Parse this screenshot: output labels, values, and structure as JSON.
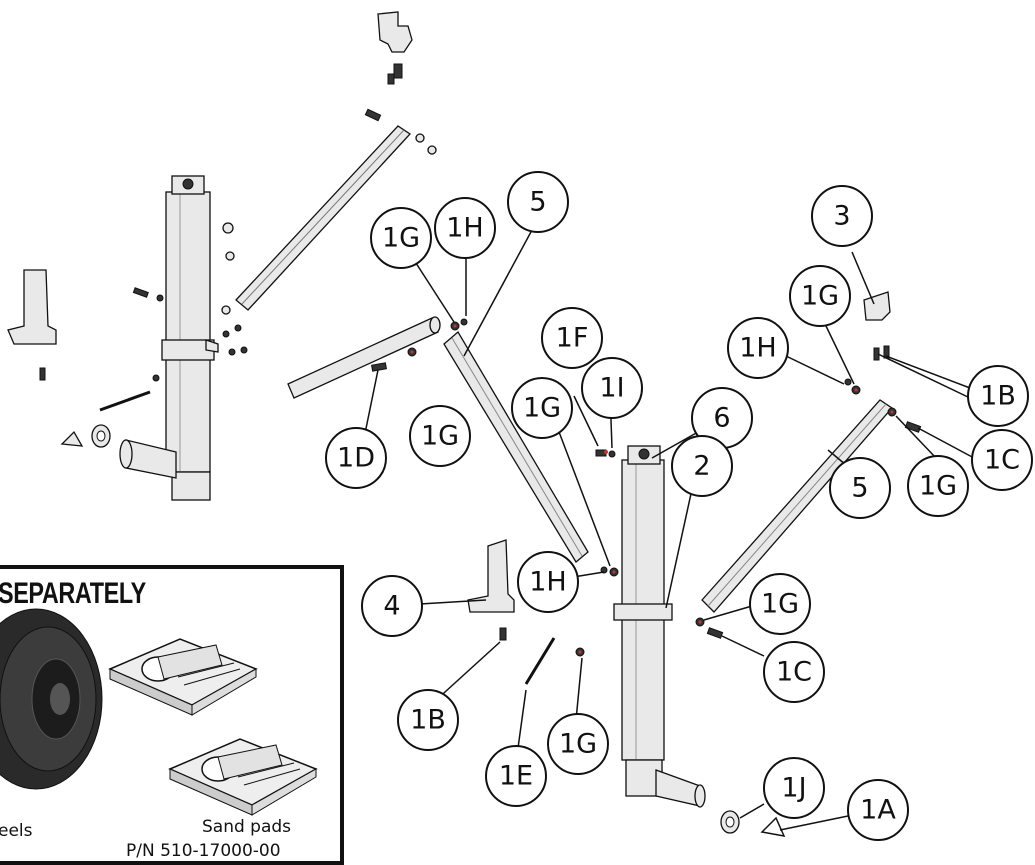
{
  "callouts": {
    "c5a": "5",
    "c1H_a": "1H",
    "c1G_a": "1G",
    "c1G_b": "1G",
    "c1D": "1D",
    "c1F": "1F",
    "c1I": "1I",
    "c1G_c": "1G",
    "c6": "6",
    "c2": "2",
    "c1H_b": "1H",
    "c4": "4",
    "c1B_a": "1B",
    "c1E": "1E",
    "c1G_d": "1G",
    "c1G_e": "1G",
    "c1C_a": "1C",
    "c1J": "1J",
    "c1A": "1A",
    "c3": "3",
    "c1G_f": "1G",
    "c1H_c": "1H",
    "c1B_b": "1B",
    "c1C_b": "1C",
    "c5b": "5",
    "c1G_g": "1G"
  },
  "inset": {
    "title": "SEPARATELY",
    "wheels_label": "eels",
    "sandpads_label": "Sand pads",
    "sandpads_pn": "P/N 510-17000-00"
  }
}
